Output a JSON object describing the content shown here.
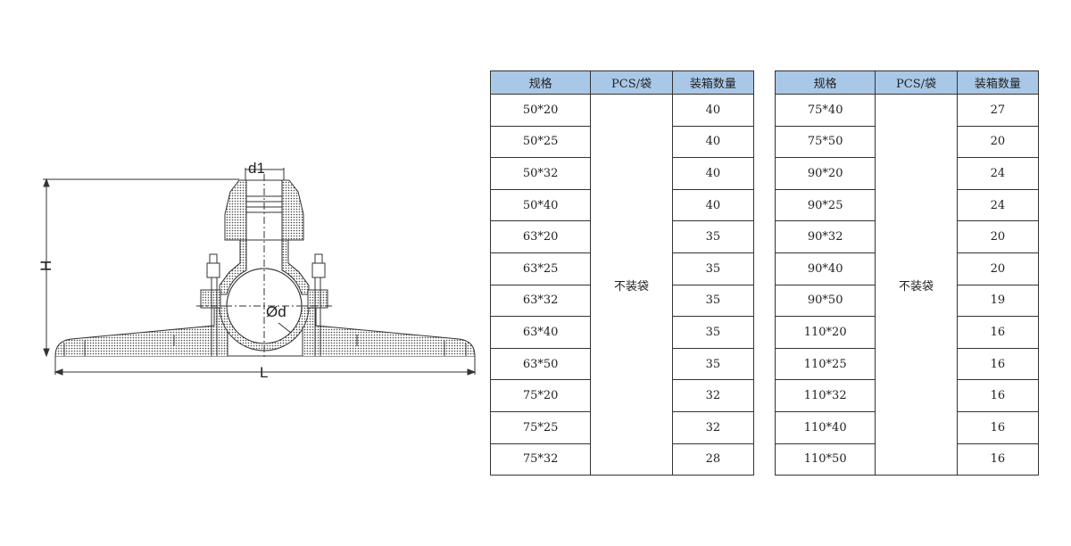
{
  "diagram": {
    "labels": {
      "d1": "d1",
      "H": "H",
      "od": "Ød",
      "L": "L"
    }
  },
  "tables": [
    {
      "headers": [
        "规格",
        "PCS/袋",
        "装箱数量"
      ],
      "pcs_per_bag": "不装袋",
      "rows": [
        {
          "spec": "50*20",
          "qty": "40"
        },
        {
          "spec": "50*25",
          "qty": "40"
        },
        {
          "spec": "50*32",
          "qty": "40"
        },
        {
          "spec": "50*40",
          "qty": "40"
        },
        {
          "spec": "63*20",
          "qty": "35"
        },
        {
          "spec": "63*25",
          "qty": "35"
        },
        {
          "spec": "63*32",
          "qty": "35"
        },
        {
          "spec": "63*40",
          "qty": "35"
        },
        {
          "spec": "63*50",
          "qty": "35"
        },
        {
          "spec": "75*20",
          "qty": "32"
        },
        {
          "spec": "75*25",
          "qty": "32"
        },
        {
          "spec": "75*32",
          "qty": "28"
        }
      ]
    },
    {
      "headers": [
        "规格",
        "PCS/袋",
        "装箱数量"
      ],
      "pcs_per_bag": "不装袋",
      "rows": [
        {
          "spec": "75*40",
          "qty": "27"
        },
        {
          "spec": "75*50",
          "qty": "20"
        },
        {
          "spec": "90*20",
          "qty": "24"
        },
        {
          "spec": "90*25",
          "qty": "24"
        },
        {
          "spec": "90*32",
          "qty": "20"
        },
        {
          "spec": "90*40",
          "qty": "20"
        },
        {
          "spec": "90*50",
          "qty": "19"
        },
        {
          "spec": "110*20",
          "qty": "16"
        },
        {
          "spec": "110*25",
          "qty": "16"
        },
        {
          "spec": "110*32",
          "qty": "16"
        },
        {
          "spec": "110*40",
          "qty": "16"
        },
        {
          "spec": "110*50",
          "qty": "16"
        }
      ]
    }
  ],
  "colors": {
    "header_bg": "#a9c8e8",
    "line": "#333333"
  }
}
